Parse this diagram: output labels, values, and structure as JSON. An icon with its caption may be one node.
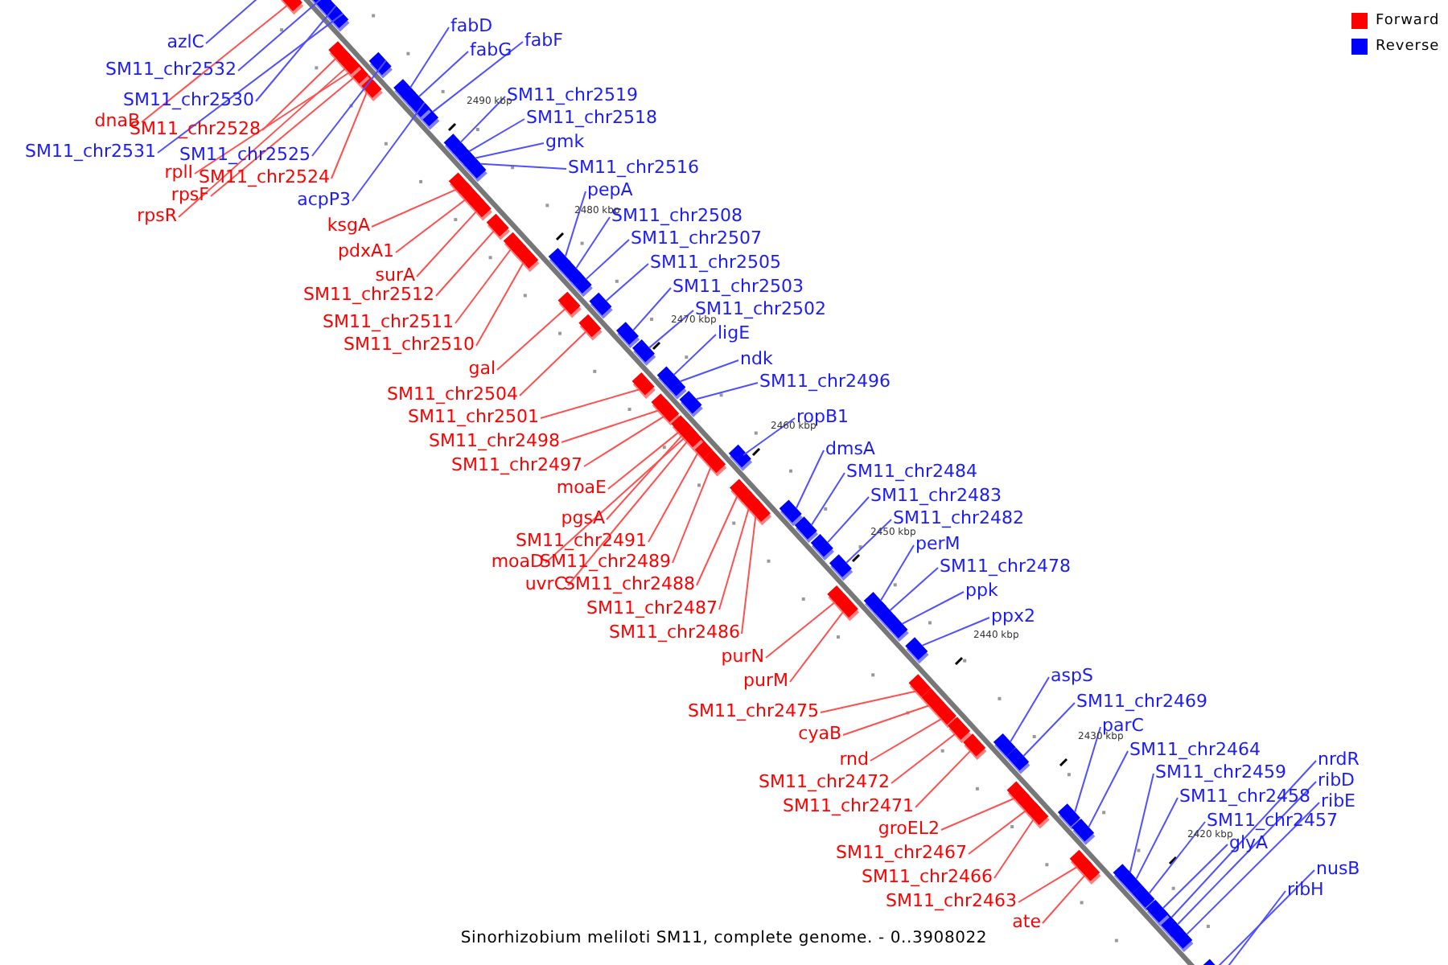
{
  "diagram": {
    "caption": "Sinorhizobium meliloti SM11, complete genome. - 0..3908022",
    "nodes": [
      {
        "text": [
          "fabD"
        ]
      },
      {
        "text": [
          "azlC"
        ]
      },
      {
        "text": [
          "fabF"
        ]
      },
      {
        "text": [
          "fabG"
        ]
      },
      {
        "text": [
          "SM11_chr2532"
        ]
      },
      {
        "text": [
          "SM11_chr2519"
        ]
      },
      {
        "text": [
          "SM11_chr2530"
        ]
      },
      {
        "text": [
          "SM11_chr2518"
        ]
      },
      {
        "text": [
          "dnaB"
        ]
      },
      {
        "text": [
          "SM11_chr2528"
        ]
      },
      {
        "text": [
          "gmk"
        ]
      },
      {
        "text": [
          "SM11_chr2531"
        ]
      },
      {
        "text": [
          "SM11_chr2525"
        ]
      },
      {
        "text": [
          "SM11_chr2516"
        ]
      },
      {
        "text": [
          "rplI"
        ]
      },
      {
        "text": [
          "SM11_chr2524"
        ]
      },
      {
        "text": [
          "pepA"
        ]
      },
      {
        "text": [
          "rpsF"
        ]
      },
      {
        "text": [
          "acpP3"
        ]
      },
      {
        "text": [
          "SM11_chr2508"
        ]
      },
      {
        "text": [
          "rpsR"
        ]
      },
      {
        "text": [
          "ksgA"
        ]
      },
      {
        "text": [
          "SM11_chr2507"
        ]
      },
      {
        "text": [
          "pdxA1"
        ]
      },
      {
        "text": [
          "SM11_chr2505"
        ]
      },
      {
        "text": [
          "surA"
        ]
      },
      {
        "text": [
          "SM11_chr2503"
        ]
      },
      {
        "text": [
          "SM11_chr2512"
        ]
      },
      {
        "text": [
          "SM11_chr2502"
        ]
      },
      {
        "text": [
          "SM11_chr2511"
        ]
      },
      {
        "text": [
          "ligE"
        ]
      },
      {
        "text": [
          "SM11_chr2510"
        ]
      },
      {
        "text": [
          "ndk"
        ]
      },
      {
        "text": [
          "gal"
        ]
      },
      {
        "text": [
          "SM11_chr2496"
        ]
      },
      {
        "text": [
          "SM11_chr2504"
        ]
      },
      {
        "text": [
          "SM11_chr2501"
        ]
      },
      {
        "text": [
          "ropB1"
        ]
      },
      {
        "text": [
          "SM11_chr2498"
        ]
      },
      {
        "text": [
          "dmsA"
        ]
      },
      {
        "text": [
          "SM11_chr2497"
        ]
      },
      {
        "text": [
          "SM11_chr2484"
        ]
      },
      {
        "text": [
          "moaE"
        ]
      },
      {
        "text": [
          "SM11_chr2483"
        ]
      },
      {
        "text": [
          "pgsA"
        ]
      },
      {
        "text": [
          "SM11_chr2482"
        ]
      },
      {
        "text": [
          "SM11_chr2491"
        ]
      },
      {
        "text": [
          "perM"
        ]
      },
      {
        "text": [
          "moaD"
        ]
      },
      {
        "text": [
          "SM11_chr2489"
        ]
      },
      {
        "text": [
          "SM11_chr2478"
        ]
      },
      {
        "text": [
          "uvrC"
        ]
      },
      {
        "text": [
          "SM11_chr2488"
        ]
      },
      {
        "text": [
          "ppk"
        ]
      },
      {
        "text": [
          "SM11_chr2487"
        ]
      },
      {
        "text": [
          "ppx2"
        ]
      },
      {
        "text": [
          "SM11_chr2486"
        ]
      },
      {
        "text": [
          "purN"
        ]
      },
      {
        "text": [
          "aspS"
        ]
      },
      {
        "text": [
          "purM"
        ]
      },
      {
        "text": [
          "SM11_chr2469"
        ]
      },
      {
        "text": [
          "SM11_chr2475"
        ]
      },
      {
        "text": [
          "parC"
        ]
      },
      {
        "text": [
          "cyaB"
        ]
      },
      {
        "text": [
          "SM11_chr2464"
        ]
      },
      {
        "text": [
          "rnd"
        ]
      },
      {
        "text": [
          "nrdR"
        ]
      },
      {
        "text": [
          "SM11_chr2459"
        ]
      },
      {
        "text": [
          "ribD"
        ]
      },
      {
        "text": [
          "SM11_chr2472"
        ]
      },
      {
        "text": [
          "SM11_chr2458"
        ]
      },
      {
        "text": [
          "ribE"
        ]
      },
      {
        "text": [
          "SM11_chr2471"
        ]
      },
      {
        "text": [
          "SM11_chr2457"
        ]
      },
      {
        "text": [
          "groEL2"
        ]
      },
      {
        "text": [
          "glyA"
        ]
      },
      {
        "text": [
          "SM11_chr2467"
        ]
      },
      {
        "text": [
          "nusB"
        ]
      },
      {
        "text": [
          "SM11_chr2466"
        ]
      },
      {
        "text": [
          "ribH"
        ]
      },
      {
        "text": [
          "SM11_chr2463"
        ]
      },
      {
        "text": [
          "ate"
        ]
      }
    ],
    "edges": [
      {
        "from": 0,
        "to": null,
        "arrow": "none"
      },
      {
        "from": 1,
        "to": null,
        "arrow": "none"
      },
      {
        "from": 2,
        "to": null,
        "arrow": "none"
      },
      {
        "from": 3,
        "to": null,
        "arrow": "none"
      },
      {
        "from": 4,
        "to": null,
        "arrow": "none"
      },
      {
        "from": 5,
        "to": null,
        "arrow": "none"
      },
      {
        "from": 6,
        "to": null,
        "arrow": "none"
      },
      {
        "from": 7,
        "to": null,
        "arrow": "none"
      },
      {
        "from": 8,
        "to": null,
        "arrow": "none",
        "color": "#ff5050"
      },
      {
        "from": 9,
        "to": null,
        "arrow": "none",
        "color": "#ff5050"
      },
      {
        "from": 10,
        "to": null,
        "arrow": "none"
      },
      {
        "from": 11,
        "to": null,
        "arrow": "none"
      },
      {
        "from": 12,
        "to": null,
        "arrow": "none"
      },
      {
        "from": 13,
        "to": null,
        "arrow": "none"
      },
      {
        "from": 14,
        "to": null,
        "arrow": "none",
        "color": "#ff5050"
      },
      {
        "from": 15,
        "to": null,
        "arrow": "none",
        "color": "#ff5050"
      },
      {
        "from": 16,
        "to": null,
        "arrow": "none"
      },
      {
        "from": 17,
        "to": null,
        "arrow": "none",
        "color": "#ff5050"
      },
      {
        "from": 18,
        "to": null,
        "arrow": "none"
      },
      {
        "from": 19,
        "to": null,
        "arrow": "none"
      },
      {
        "from": 20,
        "to": null,
        "arrow": "none",
        "color": "#ff5050"
      },
      {
        "from": 21,
        "to": null,
        "arrow": "none",
        "color": "#ff5050"
      },
      {
        "from": 22,
        "to": null,
        "arrow": "none"
      },
      {
        "from": 23,
        "to": null,
        "arrow": "none",
        "color": "#ff5050"
      },
      {
        "from": 24,
        "to": null,
        "arrow": "none"
      },
      {
        "from": 25,
        "to": null,
        "arrow": "none",
        "color": "#ff5050"
      },
      {
        "from": 26,
        "to": null,
        "arrow": "none"
      },
      {
        "from": 27,
        "to": null,
        "arrow": "none",
        "color": "#ff5050"
      },
      {
        "from": 28,
        "to": null,
        "arrow": "none"
      },
      {
        "from": 29,
        "to": null,
        "arrow": "none",
        "color": "#ff5050"
      },
      {
        "from": 30,
        "to": null,
        "arrow": "none"
      },
      {
        "from": 31,
        "to": null,
        "arrow": "none",
        "color": "#ff5050"
      },
      {
        "from": 32,
        "to": null,
        "arrow": "none"
      },
      {
        "from": 33,
        "to": null,
        "arrow": "none",
        "color": "#ff5050"
      },
      {
        "from": 34,
        "to": null,
        "arrow": "none"
      },
      {
        "from": 35,
        "to": null,
        "arrow": "none",
        "color": "#ff5050"
      },
      {
        "from": 36,
        "to": null,
        "arrow": "none",
        "color": "#ff5050"
      },
      {
        "from": 37,
        "to": null,
        "arrow": "none"
      },
      {
        "from": 38,
        "to": null,
        "arrow": "none",
        "color": "#ff5050"
      },
      {
        "from": 39,
        "to": null,
        "arrow": "none"
      },
      {
        "from": 40,
        "to": null,
        "arrow": "none",
        "color": "#ff5050"
      },
      {
        "from": 41,
        "to": null,
        "arrow": "none"
      },
      {
        "from": 42,
        "to": null,
        "arrow": "none",
        "color": "#ff5050"
      },
      {
        "from": 43,
        "to": null,
        "arrow": "none"
      },
      {
        "from": 44,
        "to": null,
        "arrow": "none",
        "color": "#ff5050"
      },
      {
        "from": 45,
        "to": null,
        "arrow": "none"
      },
      {
        "from": 46,
        "to": null,
        "arrow": "none",
        "color": "#ff5050"
      },
      {
        "from": 47,
        "to": null,
        "arrow": "none"
      },
      {
        "from": 48,
        "to": null,
        "arrow": "none",
        "color": "#ff5050"
      },
      {
        "from": 49,
        "to": null,
        "arrow": "none",
        "color": "#ff5050"
      },
      {
        "from": 50,
        "to": null,
        "arrow": "none"
      },
      {
        "from": 51,
        "to": null,
        "arrow": "none",
        "color": "#ff5050"
      },
      {
        "from": 52,
        "to": null,
        "arrow": "none",
        "color": "#ff5050"
      },
      {
        "from": 53,
        "to": null,
        "arrow": "none"
      },
      {
        "from": 54,
        "to": null,
        "arrow": "none",
        "color": "#ff5050"
      },
      {
        "from": 55,
        "to": null,
        "arrow": "none"
      },
      {
        "from": 56,
        "to": null,
        "arrow": "none",
        "color": "#ff5050"
      },
      {
        "from": 57,
        "to": null,
        "arrow": "none",
        "color": "#ff5050"
      },
      {
        "from": 58,
        "to": null,
        "arrow": "none"
      },
      {
        "from": 59,
        "to": null,
        "arrow": "none",
        "color": "#ff5050"
      },
      {
        "from": 60,
        "to": null,
        "arrow": "none"
      },
      {
        "from": 61,
        "to": null,
        "arrow": "none",
        "color": "#ff5050"
      },
      {
        "from": 62,
        "to": null,
        "arrow": "none"
      },
      {
        "from": 63,
        "to": null,
        "arrow": "none",
        "color": "#ff5050"
      },
      {
        "from": 64,
        "to": null,
        "arrow": "none"
      },
      {
        "from": 65,
        "to": null,
        "arrow": "none",
        "color": "#ff5050"
      },
      {
        "from": 66,
        "to": null,
        "arrow": "none"
      },
      {
        "from": 67,
        "to": null,
        "arrow": "none"
      },
      {
        "from": 68,
        "to": null,
        "arrow": "none"
      },
      {
        "from": 69,
        "to": null,
        "arrow": "none",
        "color": "#ff5050"
      },
      {
        "from": 70,
        "to": null,
        "arrow": "none"
      },
      {
        "from": 71,
        "to": null,
        "arrow": "none"
      },
      {
        "from": 72,
        "to": null,
        "arrow": "none",
        "color": "#ff5050"
      },
      {
        "from": 73,
        "to": null,
        "arrow": "none"
      },
      {
        "from": 74,
        "to": null,
        "arrow": "none",
        "color": "#ff5050"
      },
      {
        "from": 75,
        "to": null,
        "arrow": "none"
      },
      {
        "from": 76,
        "to": null,
        "arrow": "none",
        "color": "#ff5050"
      },
      {
        "from": 77,
        "to": null,
        "arrow": "none"
      },
      {
        "from": 78,
        "to": null,
        "arrow": "none",
        "color": "#ff5050"
      },
      {
        "from": 79,
        "to": null,
        "arrow": "none"
      },
      {
        "from": 80,
        "to": null,
        "arrow": "none",
        "color": "#ff5050"
      },
      {
        "from": 81,
        "to": null,
        "arrow": "none",
        "color": "#ff5050"
      }
    ],
    "labels": [
      "2490 kbp",
      "2480 kbp",
      "2470 kbp",
      "2460 kbp",
      "2450 kbp",
      "2440 kbp",
      "2430 kbp",
      "2420 kbp"
    ],
    "legend": [
      {
        "text": "Forward",
        "color": "#ff0000"
      },
      {
        "text": "Reverse",
        "color": "#0000ff"
      }
    ]
  }
}
